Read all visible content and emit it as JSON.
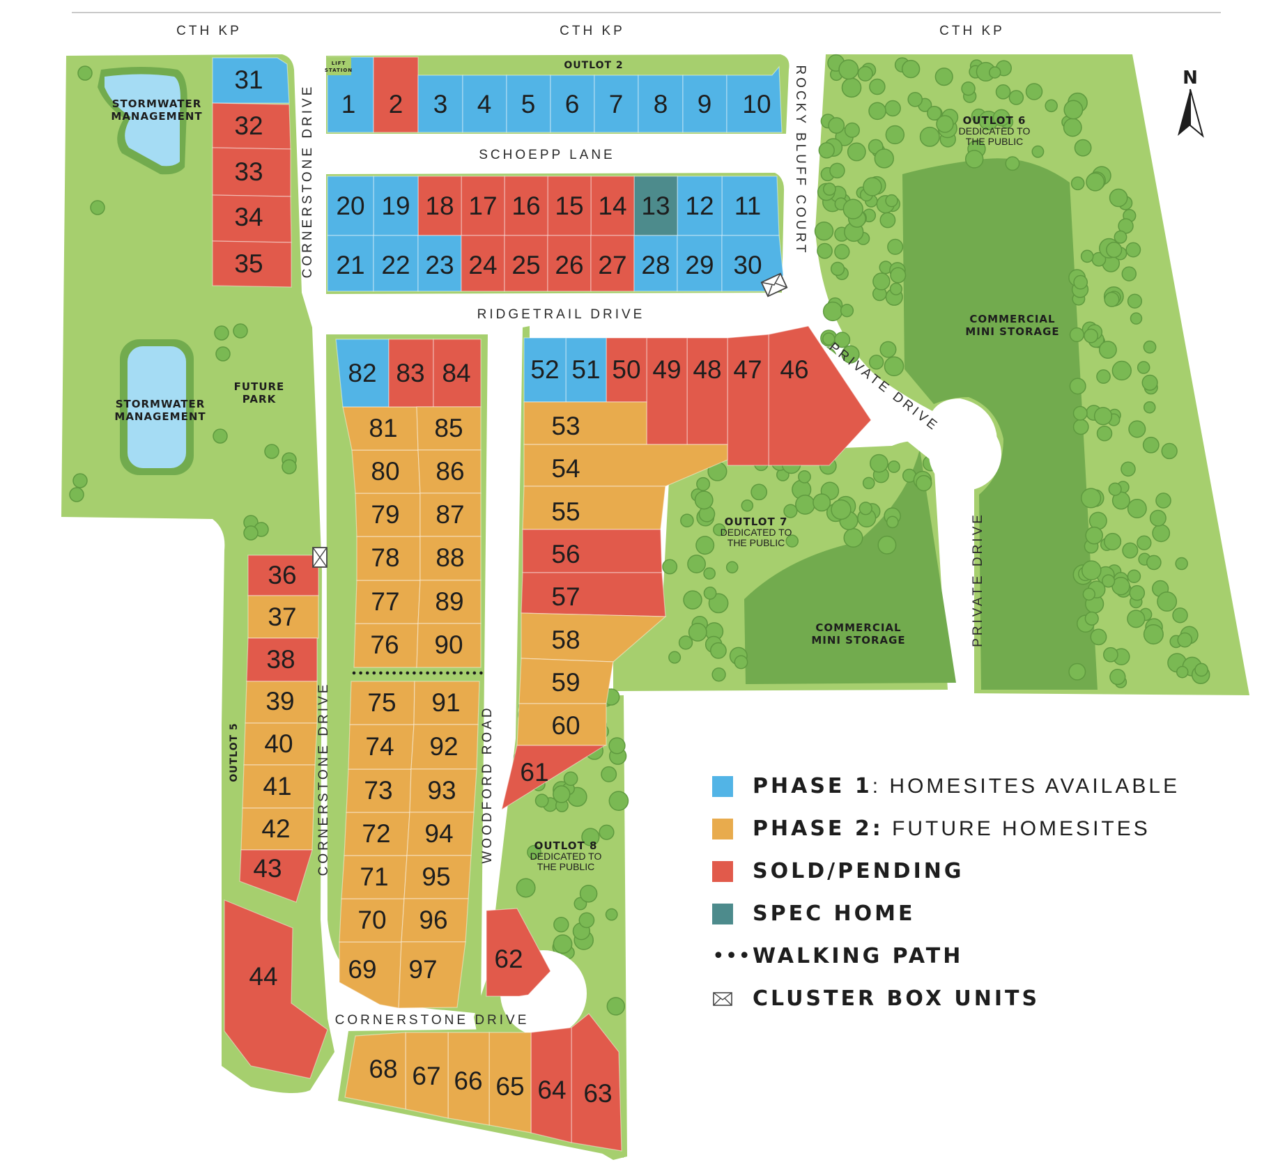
{
  "colors": {
    "phase1": "#52b4e6",
    "phase2": "#e8ab4d",
    "sold": "#e15a4b",
    "spec": "#4d8b8c",
    "grass": "#a6cf6e",
    "dark_green": "#72ab4e",
    "water": "#a5dcf4",
    "tree": "#7ab953"
  },
  "roads": {
    "cth_kp_left": "CTH KP",
    "cth_kp_center": "CTH KP",
    "cth_kp_right": "CTH KP",
    "schoepp_lane": "SCHOEPP LANE",
    "ridgetrail_drive": "RIDGETRAIL DRIVE",
    "cornerstone_drive_upper": "CORNERSTONE DRIVE",
    "cornerstone_drive_middle": "CORNERSTONE DRIVE",
    "cornerstone_drive_bottom": "CORNERSTONE DRIVE",
    "woodford_road": "WOODFORD ROAD",
    "rocky_bluff_court": "ROCKY BLUFF COURT",
    "private_drive_diag": "PRIVATE DRIVE",
    "private_drive_vert": "PRIVATE DRIVE"
  },
  "areas": {
    "stormwater_upper": [
      "STORMWATER",
      "MANAGEMENT"
    ],
    "stormwater_lower": [
      "STORMWATER",
      "MANAGEMENT"
    ],
    "future_park": [
      "FUTURE",
      "PARK"
    ],
    "outlot2": "OUTLOT 2",
    "outlot5": "OUTLOT 5",
    "outlot6": [
      "OUTLOT 6",
      "DEDICATED TO",
      "THE PUBLIC"
    ],
    "outlot7": [
      "OUTLOT 7",
      "DEDICATED TO",
      "THE PUBLIC"
    ],
    "outlot8": [
      "OUTLOT 8",
      "DEDICATED TO",
      "THE PUBLIC"
    ],
    "commercial_upper": [
      "COMMERCIAL",
      "MINI STORAGE"
    ],
    "commercial_lower": [
      "COMMERCIAL",
      "MINI STORAGE"
    ],
    "lift_station": [
      "LIFT",
      "STATION"
    ]
  },
  "north_label": "N",
  "lot_status": {
    "1": "phase1",
    "2": "sold",
    "3": "phase1",
    "4": "phase1",
    "5": "phase1",
    "6": "phase1",
    "7": "phase1",
    "8": "phase1",
    "9": "phase1",
    "10": "phase1",
    "11": "phase1",
    "12": "phase1",
    "13": "spec",
    "14": "sold",
    "15": "sold",
    "16": "sold",
    "17": "sold",
    "18": "sold",
    "19": "phase1",
    "20": "phase1",
    "21": "phase1",
    "22": "phase1",
    "23": "phase1",
    "24": "sold",
    "25": "sold",
    "26": "sold",
    "27": "sold",
    "28": "phase1",
    "29": "phase1",
    "30": "phase1",
    "31": "phase1",
    "32": "sold",
    "33": "sold",
    "34": "sold",
    "35": "sold",
    "36": "sold",
    "37": "phase2",
    "38": "sold",
    "39": "phase2",
    "40": "phase2",
    "41": "phase2",
    "42": "phase2",
    "43": "sold",
    "44": "sold",
    "46": "sold",
    "47": "sold",
    "48": "sold",
    "49": "sold",
    "50": "sold",
    "51": "phase1",
    "52": "phase1",
    "53": "phase2",
    "54": "phase2",
    "55": "phase2",
    "56": "sold",
    "57": "sold",
    "58": "phase2",
    "59": "phase2",
    "60": "phase2",
    "61": "sold",
    "62": "sold",
    "63": "sold",
    "64": "sold",
    "65": "phase2",
    "66": "phase2",
    "67": "phase2",
    "68": "phase2",
    "69": "phase2",
    "70": "phase2",
    "71": "phase2",
    "72": "phase2",
    "73": "phase2",
    "74": "phase2",
    "75": "phase2",
    "76": "phase2",
    "77": "phase2",
    "78": "phase2",
    "79": "phase2",
    "80": "phase2",
    "81": "phase2",
    "82": "phase1",
    "83": "sold",
    "84": "sold",
    "85": "phase2",
    "86": "phase2",
    "87": "phase2",
    "88": "phase2",
    "89": "phase2",
    "90": "phase2",
    "91": "phase2",
    "92": "phase2",
    "93": "phase2",
    "94": "phase2",
    "95": "phase2",
    "96": "phase2",
    "97": "phase2"
  },
  "legend": [
    {
      "key": "phase1",
      "bold": "PHASE 1",
      "rest": ": HOMESITES AVAILABLE"
    },
    {
      "key": "phase2",
      "bold": "PHASE 2:",
      "rest": " FUTURE HOMESITES"
    },
    {
      "key": "sold",
      "bold": "SOLD/PENDING",
      "rest": ""
    },
    {
      "key": "spec",
      "bold": "SPEC HOME",
      "rest": ""
    },
    {
      "key": "walking_path",
      "bold": "WALKING PATH",
      "rest": ""
    },
    {
      "key": "cluster_box",
      "bold": "CLUSTER BOX UNITS",
      "rest": ""
    }
  ]
}
